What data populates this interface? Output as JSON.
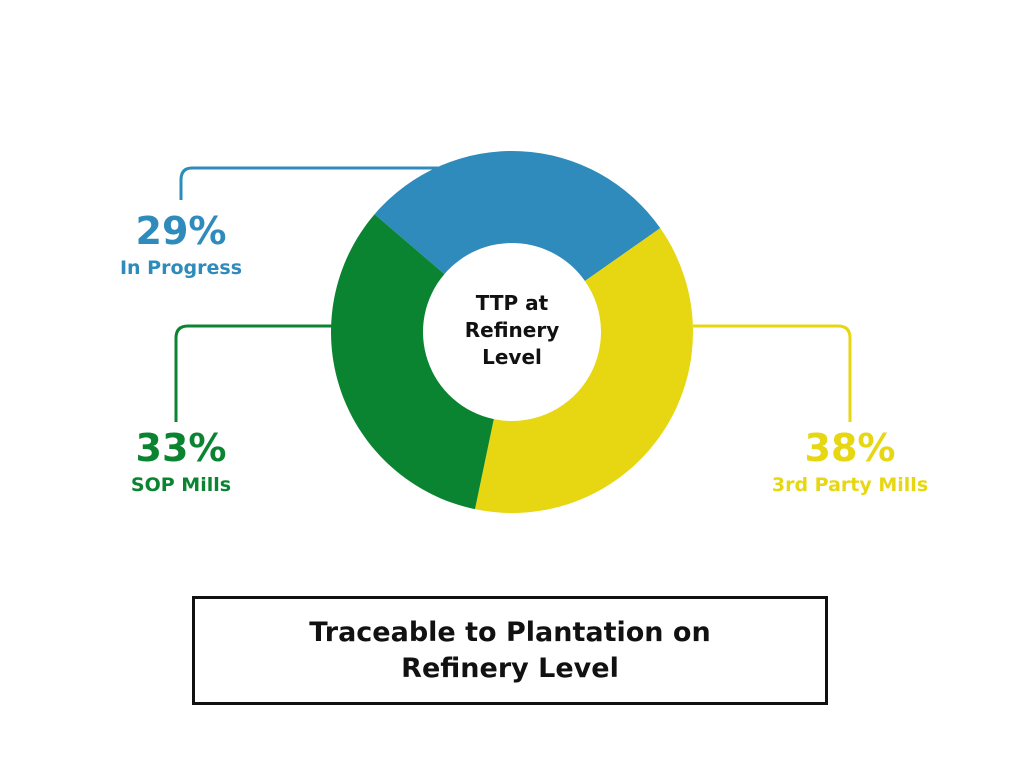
{
  "chart_data": {
    "type": "pie",
    "center_label": [
      "TTP at",
      "Refinery",
      "Level"
    ],
    "segments": [
      {
        "name": "In Progress",
        "value": 29,
        "label": "29%",
        "color": "#2E8BBB"
      },
      {
        "name": "3rd Party Mills",
        "value": 38,
        "label": "38%",
        "color": "#E6D712"
      },
      {
        "name": "SOP Mills",
        "value": 33,
        "label": "33%",
        "color": "#0B8432"
      }
    ]
  },
  "caption": {
    "text": "Traceable to Plantation on Refinery Level"
  }
}
